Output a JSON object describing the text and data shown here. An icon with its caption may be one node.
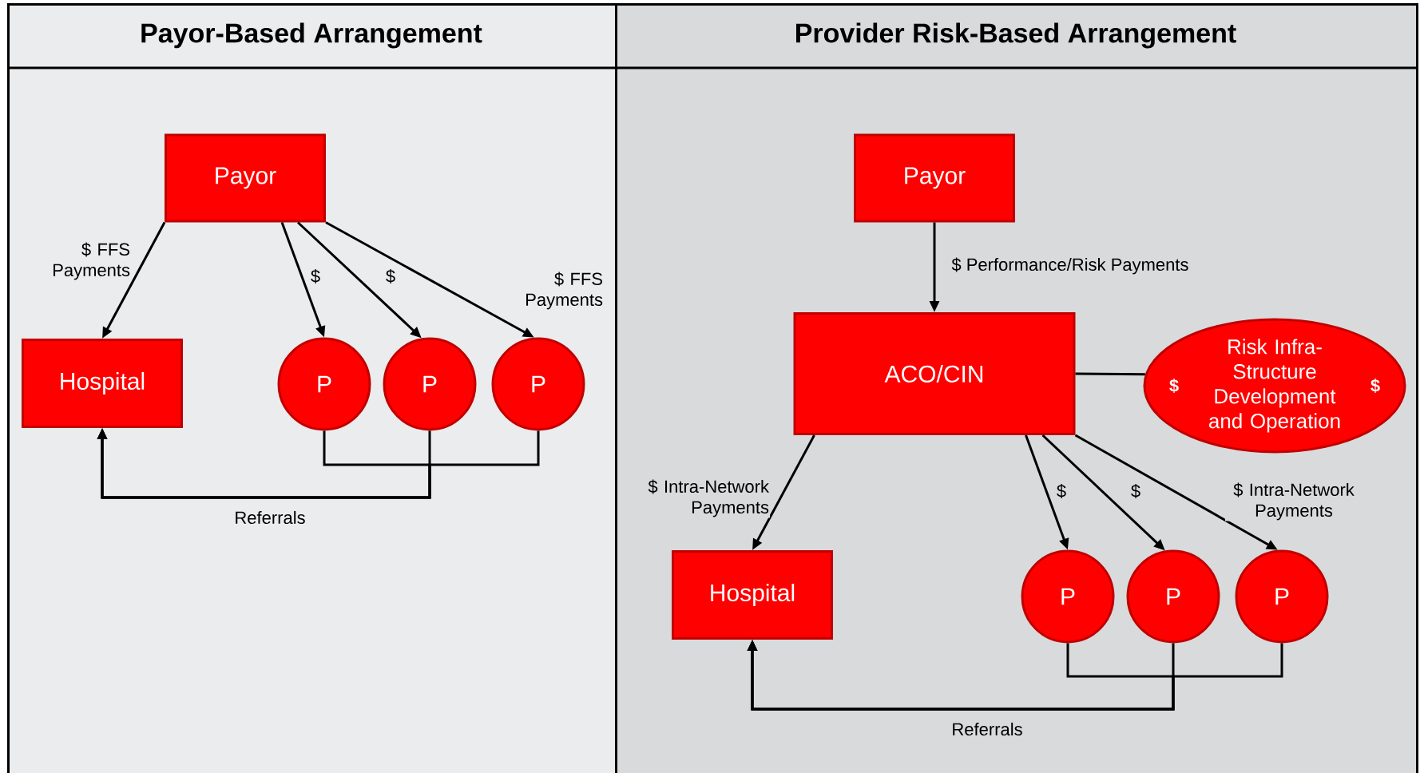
{
  "diagram": {
    "nodes": [
      {
        "text": [
          "Payor-Based Arrangement"
        ]
      },
      {
        "text": [
          "Provider Risk-Based Arrangement"
        ]
      },
      {
        "text": [
          "Payor"
        ],
        "in": 0
      },
      {
        "text": [
          "Hospital"
        ],
        "in": 0
      },
      {
        "text": [
          "P"
        ],
        "in": 0
      },
      {
        "text": [
          "P"
        ],
        "in": 0
      },
      {
        "text": [
          "P"
        ],
        "in": 0
      },
      {
        "text": [
          "Payor"
        ],
        "in": 1
      },
      {
        "text": [
          "ACO/CIN"
        ],
        "in": 1
      },
      {
        "text": [
          "$",
          "Risk Infra- Structure Development and Operation",
          "$"
        ],
        "in": 1
      },
      {
        "text": [
          "Hospital"
        ],
        "in": 1
      },
      {
        "text": [
          "P"
        ],
        "in": 1
      },
      {
        "text": [
          "P"
        ],
        "in": 1
      },
      {
        "text": [
          "P"
        ],
        "in": 1
      }
    ],
    "edges": [
      {
        "from": 2,
        "to": 3,
        "arrow": "to",
        "label": "$ FFS Payments"
      },
      {
        "from": 2,
        "to": 4,
        "arrow": "to",
        "label": "$"
      },
      {
        "from": 2,
        "to": 5,
        "arrow": "to",
        "label": "$"
      },
      {
        "from": 2,
        "to": 6,
        "arrow": "to",
        "label": "$ FFS Payments"
      },
      {
        "from": 4,
        "to": 3,
        "arrow": "to"
      },
      {
        "from": 5,
        "to": 3,
        "arrow": "to",
        "label": "Referrals"
      },
      {
        "from": 6,
        "to": 3,
        "arrow": "to"
      },
      {
        "from": 7,
        "to": 8,
        "arrow": "to",
        "label": "$ Performance/Risk Payments"
      },
      {
        "from": 8,
        "to": 9,
        "arrow": "none"
      },
      {
        "from": 8,
        "to": 10,
        "arrow": "to",
        "label": "$ Intra-Network Payments"
      },
      {
        "from": 8,
        "to": 11,
        "arrow": "to",
        "label": "$"
      },
      {
        "from": 8,
        "to": 12,
        "arrow": "to",
        "label": "$"
      },
      {
        "from": 8,
        "to": 13,
        "arrow": "to",
        "label": "$ Intra-Network Payments"
      },
      {
        "from": 11,
        "to": 10,
        "arrow": "to"
      },
      {
        "from": 12,
        "to": 10,
        "arrow": "to",
        "label": "Referrals"
      },
      {
        "from": 13,
        "to": 10,
        "arrow": "to"
      }
    ]
  }
}
